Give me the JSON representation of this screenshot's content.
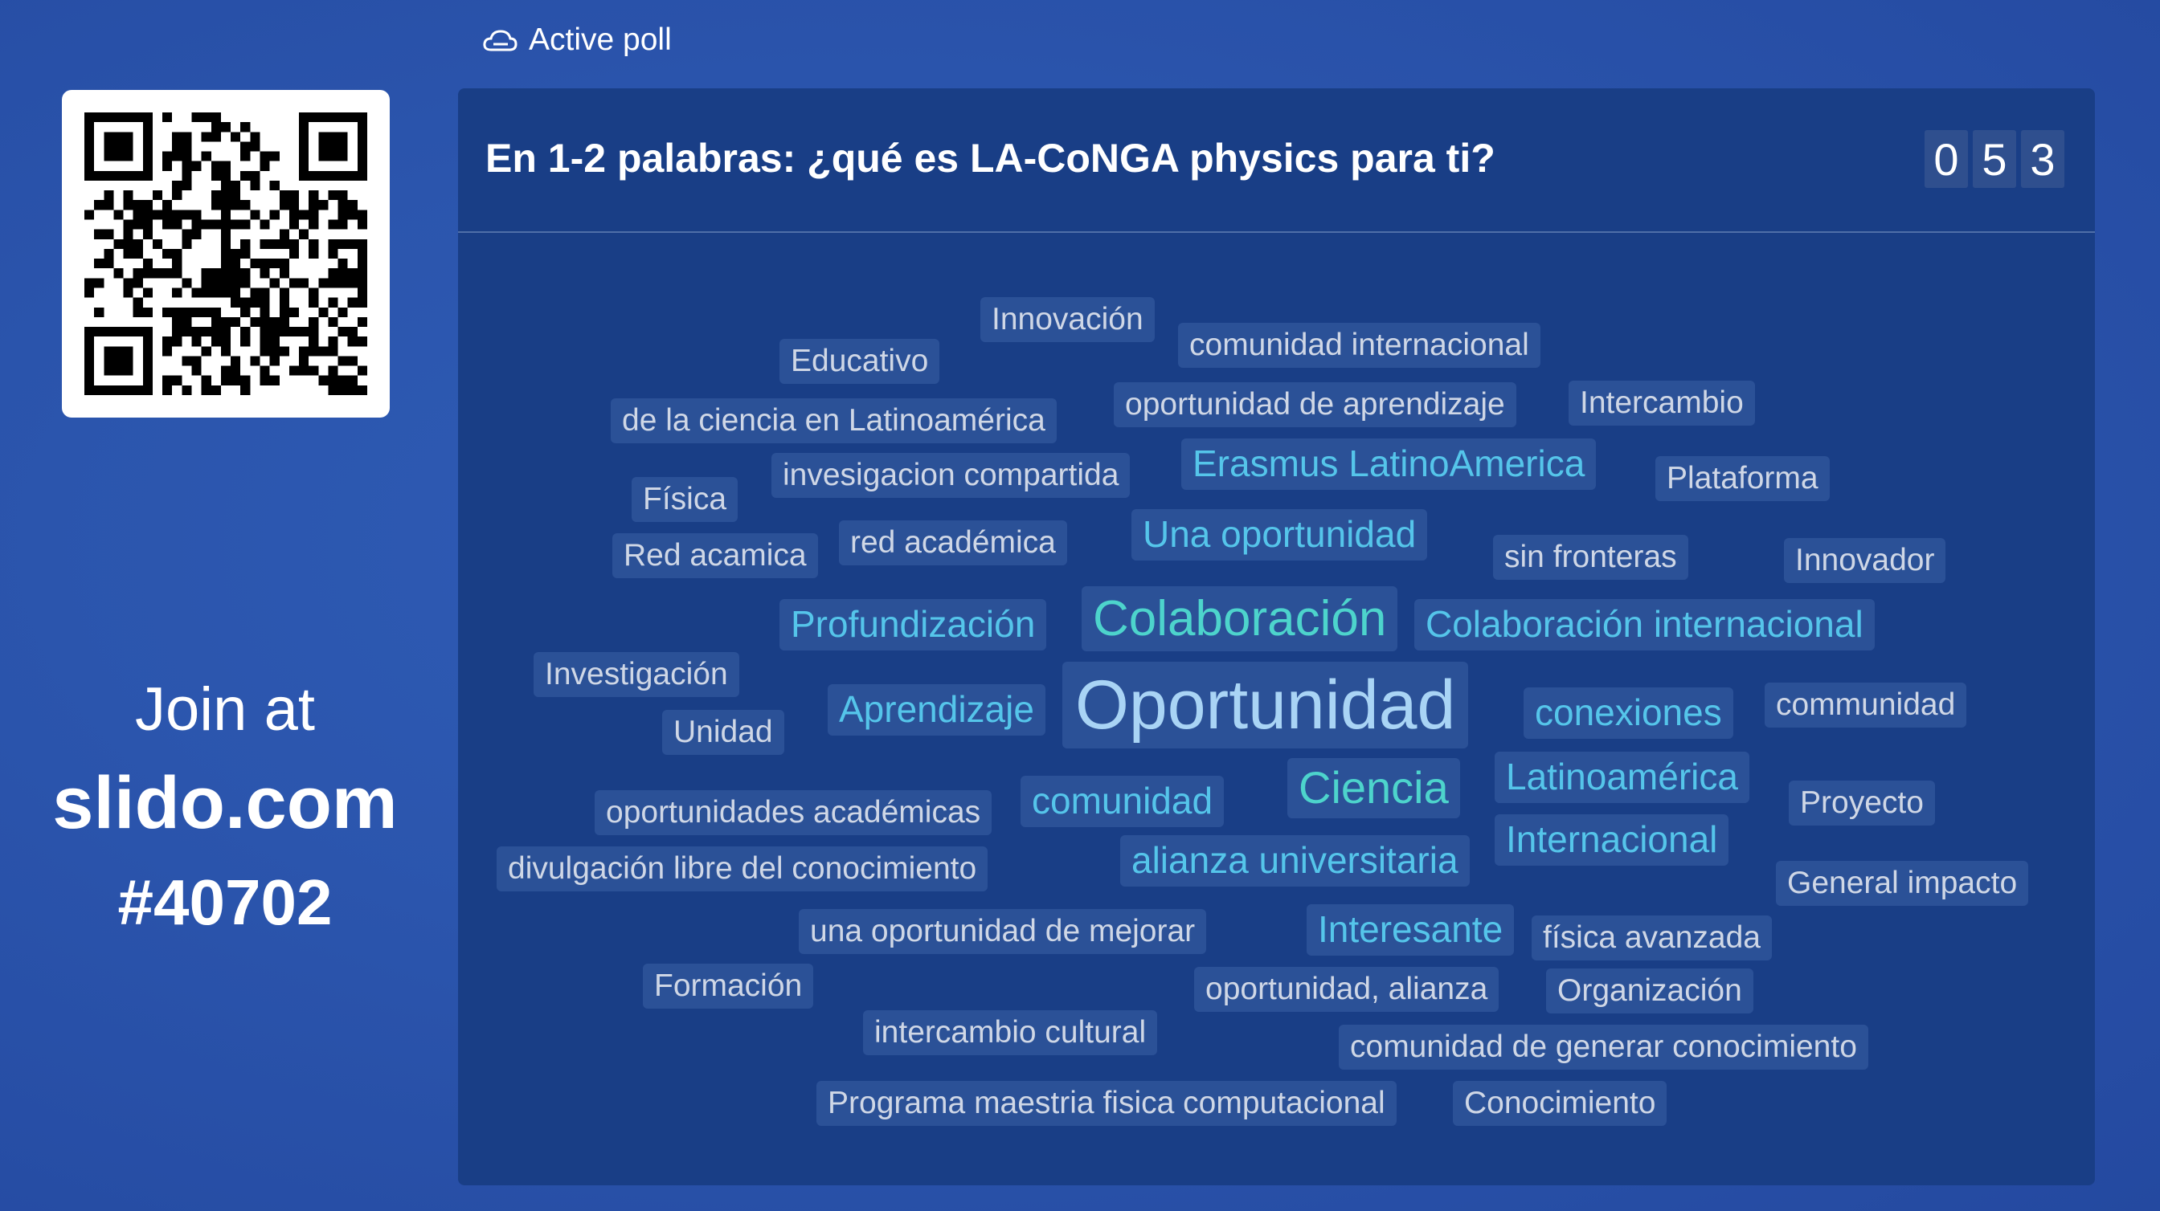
{
  "header": {
    "status_label": "Active poll",
    "status_icon": "cloud-icon"
  },
  "join": {
    "line1": "Join at",
    "url": "slido.com",
    "code": "#40702"
  },
  "poll": {
    "question": "En 1-2 palabras: ¿qué es LA-CoNGA physics para ti?",
    "count_digits": [
      "0",
      "5",
      "3"
    ]
  },
  "colors": {
    "background": "#2b55ad",
    "panel": "#193e86",
    "word_gray": "#cfd7e6",
    "word_blue": "#55c5ea",
    "word_teal": "#4dd4cc",
    "word_top": "#a9d4f5"
  },
  "word_cloud": [
    "Innovación",
    "comunidad internacional",
    "Educativo",
    "de la ciencia en Latinoamérica",
    "oportunidad de aprendizaje",
    "Intercambio",
    "invesigacion compartida",
    "Erasmus LatinoAmerica",
    "Plataforma",
    "Física",
    "Red acamica",
    "red académica",
    "Una oportunidad",
    "sin fronteras",
    "Innovador",
    "Profundización",
    "Colaboración",
    "Colaboración internacional",
    "Investigación",
    "Aprendizaje",
    "Oportunidad",
    "conexiones",
    "communidad",
    "Unidad",
    "oportunidades académicas",
    "comunidad",
    "Ciencia",
    "Latinoamérica",
    "Proyecto",
    "divulgación libre del conocimiento",
    "alianza universitaria",
    "Internacional",
    "General impacto",
    "una oportunidad de mejorar",
    "Interesante",
    "física avanzada",
    "Formación",
    "oportunidad, alianza",
    "Organización",
    "intercambio cultural",
    "comunidad de generar conocimiento",
    "Programa maestria fisica computacional",
    "Conocimiento"
  ]
}
